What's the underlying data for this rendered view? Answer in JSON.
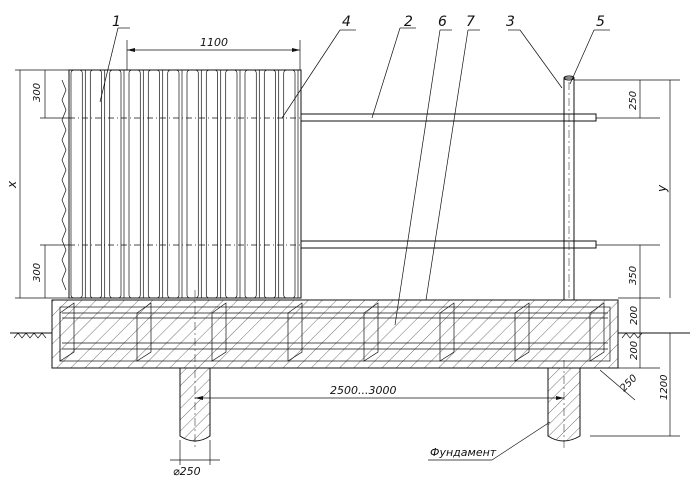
{
  "callouts": [
    "1",
    "2",
    "3",
    "4",
    "5",
    "6",
    "7"
  ],
  "dimensions": {
    "panel_width": "1100",
    "top_offset": "300",
    "bottom_offset": "300",
    "x_label": "x",
    "y_label": "y",
    "post_top": "250",
    "rail_to_base": "350",
    "plinth_height": "200",
    "below_ground": "200",
    "plinth_width": "250",
    "pile_depth": "1200",
    "pile_spacing": "2500...3000",
    "pile_diameter": "⌀250"
  },
  "foundation_label": "Фундамент"
}
